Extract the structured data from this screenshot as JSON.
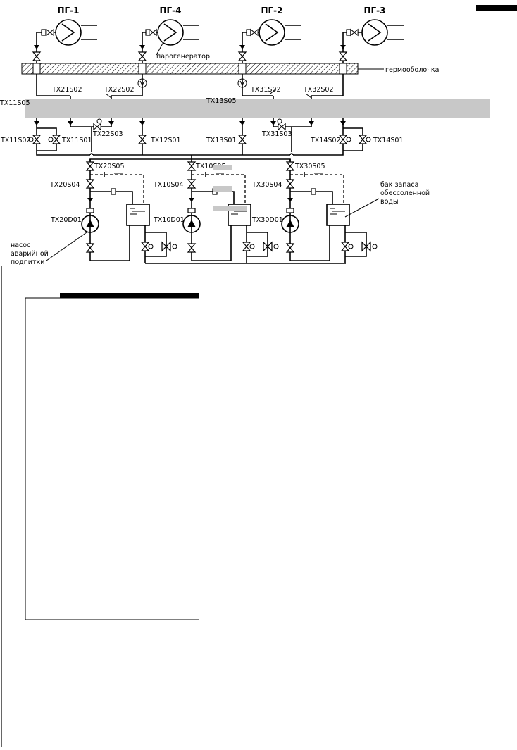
{
  "steam_generators": [
    {
      "id": "sg1",
      "label": "ПГ-1"
    },
    {
      "id": "sg4",
      "label": "ПГ-4"
    },
    {
      "id": "sg2",
      "label": "ПГ-2"
    },
    {
      "id": "sg3",
      "label": "ПГ-3"
    }
  ],
  "notes": {
    "steam_generator": "парогенератор",
    "containment": "гермооболочка",
    "tank_line1": "бак запаса",
    "tank_line2": "обессоленной",
    "tank_line3": "воды",
    "pump_line1": "насос",
    "pump_line2": "аварийной",
    "pump_line3": "подпитки"
  },
  "valves": {
    "tx11s05": "TX11S05",
    "tx21s02": "TX21S02",
    "tx22s02": "TX22S02",
    "tx13s05": "TX13S05",
    "tx31s02": "TX31S02",
    "tx32s02": "TX32S02",
    "tx22s03": "TX22S03",
    "tx31s03": "TX31S03",
    "tx11s02": "TX11S02",
    "tx11s01": "TX11S01",
    "tx12s01": "TX12S01",
    "tx13s01": "TX13S01",
    "tx14s02": "TX14S02",
    "tx14s01": "TX14S01",
    "tx20s05": "TX20S05",
    "tx10s05": "TX10S05",
    "tx30s05": "TX30S05",
    "tx20s04": "TX20S04",
    "tx10s04": "TX10S04",
    "tx30s04": "TX30S04"
  },
  "pumps": {
    "tx20d01": "TX20D01",
    "tx10d01": "TX10D01",
    "tx30d01": "TX30D01"
  },
  "colors": {
    "line": "#000000",
    "redaction": "#c8c8c8",
    "hatch": "#000000"
  }
}
